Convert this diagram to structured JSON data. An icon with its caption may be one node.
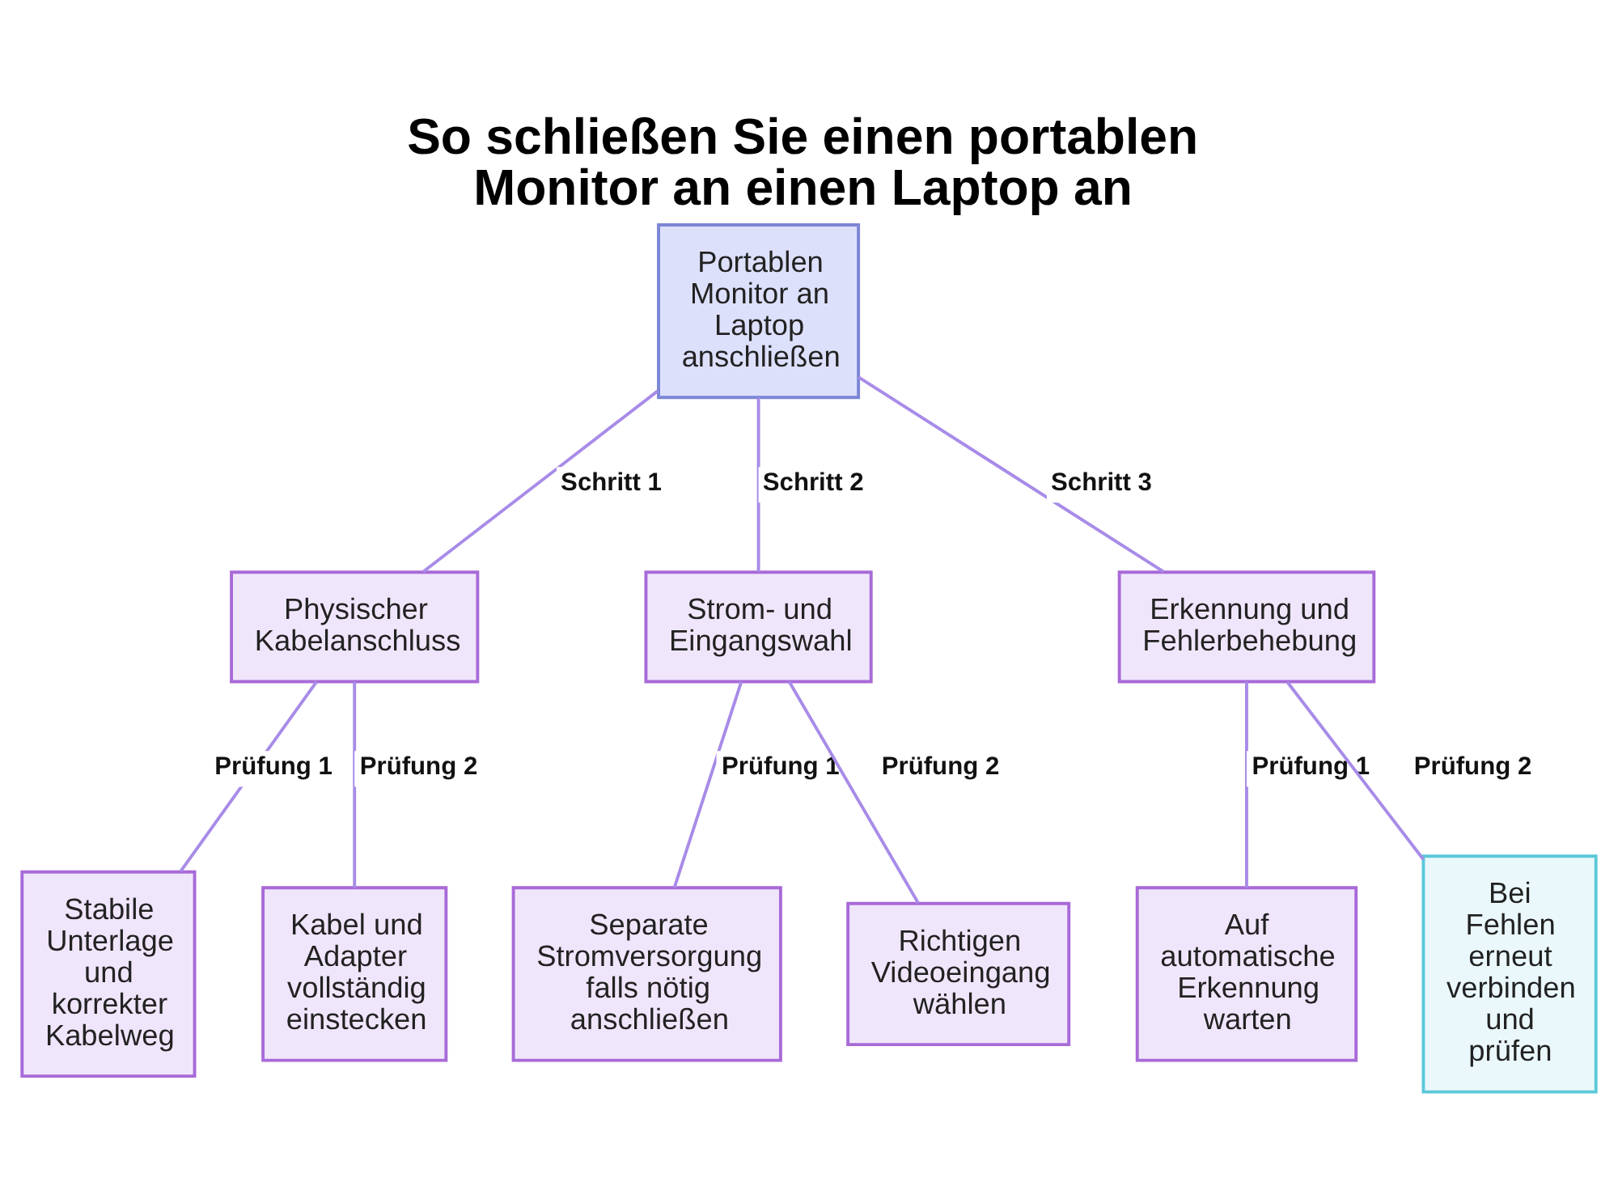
{
  "diagram": {
    "title": "So schließen Sie einen portablen Monitor an einen Laptop an",
    "nodes": [
      {
        "text": [
          "Portablen Monitor an Laptop anschließen"
        ]
      },
      {
        "text": [
          "Physischer Kabelanschluss"
        ]
      },
      {
        "text": [
          "Strom- und Eingangswahl"
        ]
      },
      {
        "text": [
          "Erkennung und Fehlerbehebung"
        ]
      },
      {
        "text": [
          "Stabile Unterlage und korrekter Kabelweg"
        ]
      },
      {
        "text": [
          "Kabel und Adapter vollständig einstecken"
        ]
      },
      {
        "text": [
          "Separate Stromversorgung falls nötig anschließen"
        ]
      },
      {
        "text": [
          "Richtigen Videoeingang wählen"
        ]
      },
      {
        "text": [
          "Auf automatische Erkennung warten"
        ]
      },
      {
        "text": [
          "Bei Fehlen erneut verbinden und prüfen"
        ]
      }
    ],
    "edges": [
      {
        "from": 0,
        "to": 1,
        "arrow": "none",
        "label": "Schritt 1"
      },
      {
        "from": 0,
        "to": 2,
        "arrow": "none",
        "label": "Schritt 2"
      },
      {
        "from": 0,
        "to": 3,
        "arrow": "none",
        "label": "Schritt 3"
      },
      {
        "from": 1,
        "to": 4,
        "arrow": "none",
        "label": "Prüfung 1"
      },
      {
        "from": 1,
        "to": 5,
        "arrow": "none",
        "label": "Prüfung 2"
      },
      {
        "from": 2,
        "to": 6,
        "arrow": "none",
        "label": "Prüfung 1"
      },
      {
        "from": 2,
        "to": 7,
        "arrow": "none",
        "label": "Prüfung 2"
      },
      {
        "from": 3,
        "to": 8,
        "arrow": "none",
        "label": "Prüfung 1"
      },
      {
        "from": 3,
        "to": 9,
        "arrow": "none",
        "label": "Prüfung 2"
      }
    ]
  }
}
